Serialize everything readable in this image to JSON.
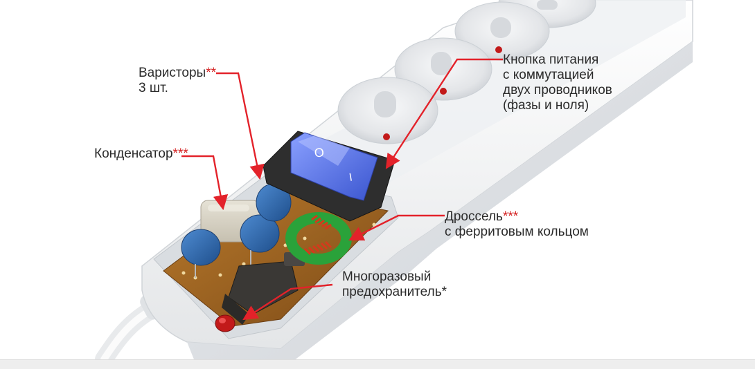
{
  "colors": {
    "arrow": "#e3222a",
    "housing": "#f2f3f4",
    "pcb": "#a8641e",
    "switch_blue": "#5a78e8",
    "capacitor": "#d9d4c6",
    "varistor": "#2f6db5",
    "choke_core": "#2aa23a",
    "choke_wire": "#d43a1c",
    "fuse_cap": "#c21a1a"
  },
  "labels": {
    "varistors": {
      "lines": [
        "Варисторы",
        "3 шт."
      ],
      "stars": "**"
    },
    "capacitor": {
      "text": "Конденсатор",
      "stars": "***"
    },
    "power_button": {
      "lines": [
        "Кнопка питания",
        "с коммутацией",
        "двух проводников",
        "(фазы и ноля)"
      ]
    },
    "choke": {
      "lines": [
        "Дроссель",
        "с ферритовым кольцом"
      ],
      "stars": "***"
    },
    "fuse": {
      "lines": [
        "Многоразовый",
        "предохранитель"
      ],
      "stars": "*"
    }
  },
  "switch_marks": {
    "off": "O",
    "on": "I"
  }
}
